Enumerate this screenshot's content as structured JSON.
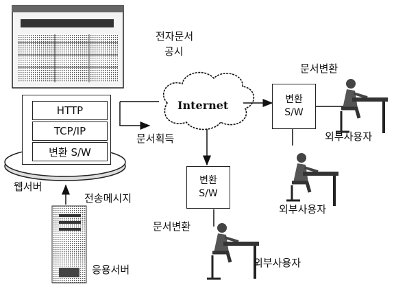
{
  "diagram": {
    "web_publish_label_line1": "전자문서",
    "web_publish_label_line2": "공시",
    "web_server_label": "웹서버",
    "app_server_label": "응용서버",
    "send_message_label": "전송메시지",
    "acquire_doc_label": "문서획득",
    "internet_label": "Internet",
    "stack_layers": [
      "HTTP",
      "TCP/IP",
      "변환 S/W"
    ],
    "converter_line1": "변환",
    "converter_line2": "S/W",
    "doc_convert_label": "문서변환",
    "external_user_label": "외부사용자"
  }
}
